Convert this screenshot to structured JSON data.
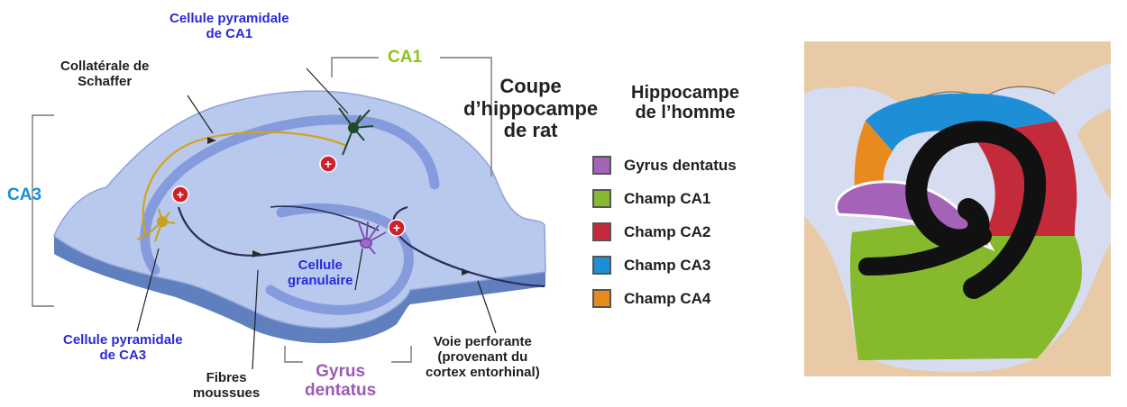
{
  "rat_diagram": {
    "title": "Coupe\nd’hippocampe\nde rat",
    "labels": {
      "ca1_pyramidal": "Cellule pyramidale\nde CA1",
      "schaffer": "Collatérale de\nSchaffer",
      "ca1": "CA1",
      "ca3": "CA3",
      "granule": "Cellule\ngranulaire",
      "ca3_pyramidal": "Cellule pyramidale\nde CA3",
      "mossy": "Fibres\nmoussues",
      "gyrus": "Gyrus\ndentatus",
      "perforant": "Voie perforante\n(provenant du\ncortex entorhinal)"
    },
    "synapse_sign": "+"
  },
  "legend": {
    "title": "Hippocampe\nde l’homme",
    "items": [
      {
        "label": "Gyrus dentatus",
        "color": "#a463b8"
      },
      {
        "label": "Champ CA1",
        "color": "#86b92b"
      },
      {
        "label": "Champ CA2",
        "color": "#c42b3a"
      },
      {
        "label": "Champ CA3",
        "color": "#1e8fd6"
      },
      {
        "label": "Champ CA4",
        "color": "#e88a1d"
      }
    ]
  }
}
